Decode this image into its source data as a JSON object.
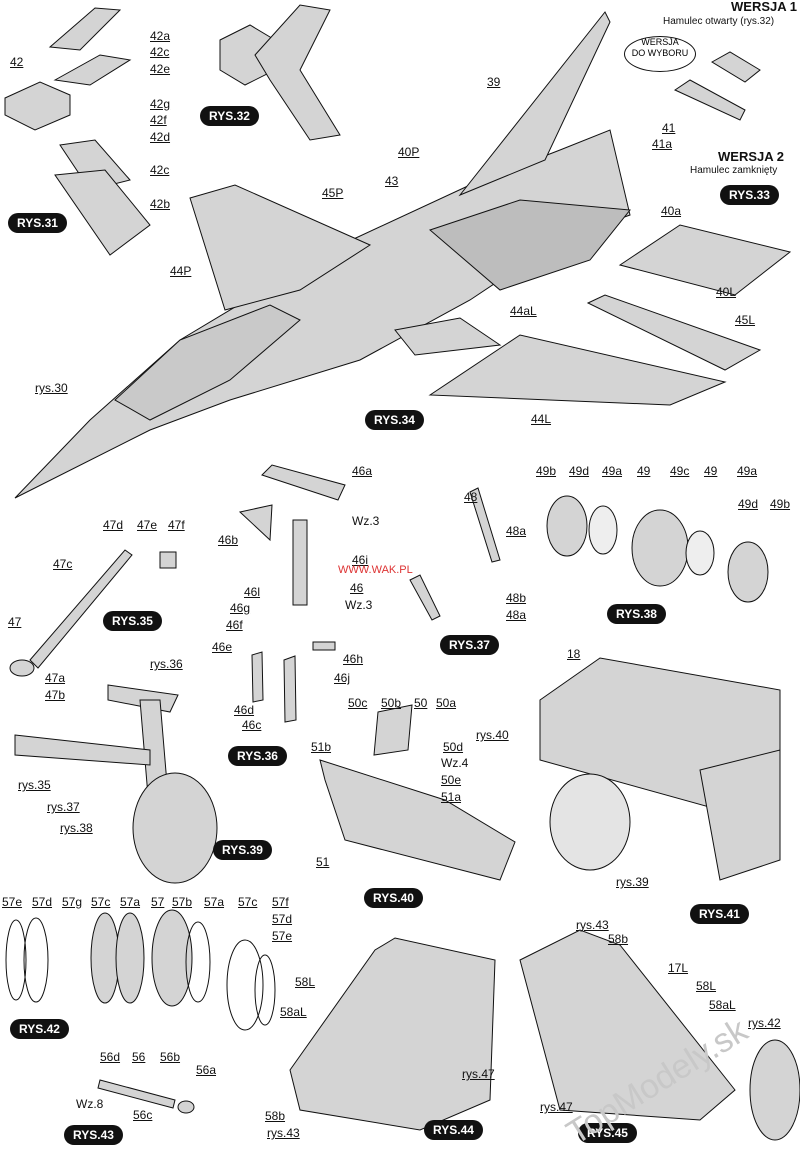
{
  "labels": {
    "l42": "42",
    "l42a": "42a",
    "l42c1": "42c",
    "l42e": "42e",
    "l42g": "42g",
    "l42f": "42f",
    "l42d": "42d",
    "l42c2": "42c",
    "l42b": "42b",
    "l39": "39",
    "l40P": "40P",
    "l43": "43",
    "l45P": "45P",
    "l44P": "44P",
    "rys30": "rys.30",
    "l41": "41",
    "l41a": "41a",
    "l40a": "40a",
    "l40L": "40L",
    "l45L": "45L",
    "l44aL": "44aL",
    "l44L": "44L",
    "l46a": "46a",
    "l46b": "46b",
    "l46": "46",
    "l46c": "46c",
    "l46d": "46d",
    "l46e": "46e",
    "l46f": "46f",
    "l46g": "46g",
    "l46h": "46h",
    "l46i": "46i",
    "l46l": "46l",
    "l46j": "46j",
    "l48": "48",
    "l48a1": "48a",
    "l48b": "48b",
    "l48a2": "48a",
    "l49b1": "49b",
    "l49d1": "49d",
    "l49a1": "49a",
    "l49_1": "49",
    "l49c": "49c",
    "l49_2": "49",
    "l49a2": "49a",
    "l49d2": "49d",
    "l49b2": "49b",
    "l47d": "47d",
    "l47e": "47e",
    "l47f": "47f",
    "l47c": "47c",
    "l47": "47",
    "l47a": "47a",
    "l47b": "47b",
    "rys36": "rys.36",
    "rys35": "rys.35",
    "rys37": "rys.37",
    "rys38": "rys.38",
    "l50c": "50c",
    "l50b": "50b",
    "l50": "50",
    "l50a": "50a",
    "l50d": "50d",
    "l50e": "50e",
    "l51a": "51a",
    "l51b": "51b",
    "l51": "51",
    "l18": "18",
    "rys40": "rys.40",
    "rys39": "rys.39",
    "l57e1": "57e",
    "l57d1": "57d",
    "l57g": "57g",
    "l57c1": "57c",
    "l57a1": "57a",
    "l57": "57",
    "l57b": "57b",
    "l57a2": "57a",
    "l57c2": "57c",
    "l57f": "57f",
    "l57d2": "57d",
    "l57e2": "57e",
    "l58L1": "58L",
    "l58aL1": "58aL",
    "rys47a": "rys.47",
    "l58b1": "58b",
    "rys43a": "rys.43",
    "rys43b": "rys.43",
    "l58b2": "58b",
    "l17L": "17L",
    "l58L2": "58L",
    "l58aL2": "58aL",
    "rys42": "rys.42",
    "rys47b": "rys.47",
    "l56d": "56d",
    "l56": "56",
    "l56b": "56b",
    "l56a": "56a",
    "l56c": "56c"
  },
  "wz": {
    "wz3a": "Wz.3",
    "wz3b": "Wz.3",
    "wz4": "Wz.4",
    "wz8": "Wz.8"
  },
  "badges": {
    "b31": "RYS.31",
    "b32": "RYS.32",
    "b33": "RYS.33",
    "b34": "RYS.34",
    "b35": "RYS.35",
    "b36": "RYS.36",
    "b37": "RYS.37",
    "b38": "RYS.38",
    "b39": "RYS.39",
    "b40": "RYS.40",
    "b41": "RYS.41",
    "b42": "RYS.42",
    "b43": "RYS.43",
    "b44": "RYS.44",
    "b45": "RYS.45"
  },
  "notes": {
    "wersja1": "WERSJA 1",
    "wersja1_sub": "Hamulec otwarty (rys.32)",
    "wersja2": "WERSJA 2",
    "wersja2_sub": "Hamulec zamknięty",
    "oval_line1": "WERSJA",
    "oval_line2": "DO WYBORU"
  },
  "watermarks": {
    "wak": "WWW.WAK.PL",
    "topmodely": "TopModely.sk"
  },
  "colors": {
    "part": "#d4d4d4",
    "part_dark": "#a9a9a9",
    "outline": "#111111",
    "badge": "#111111"
  }
}
